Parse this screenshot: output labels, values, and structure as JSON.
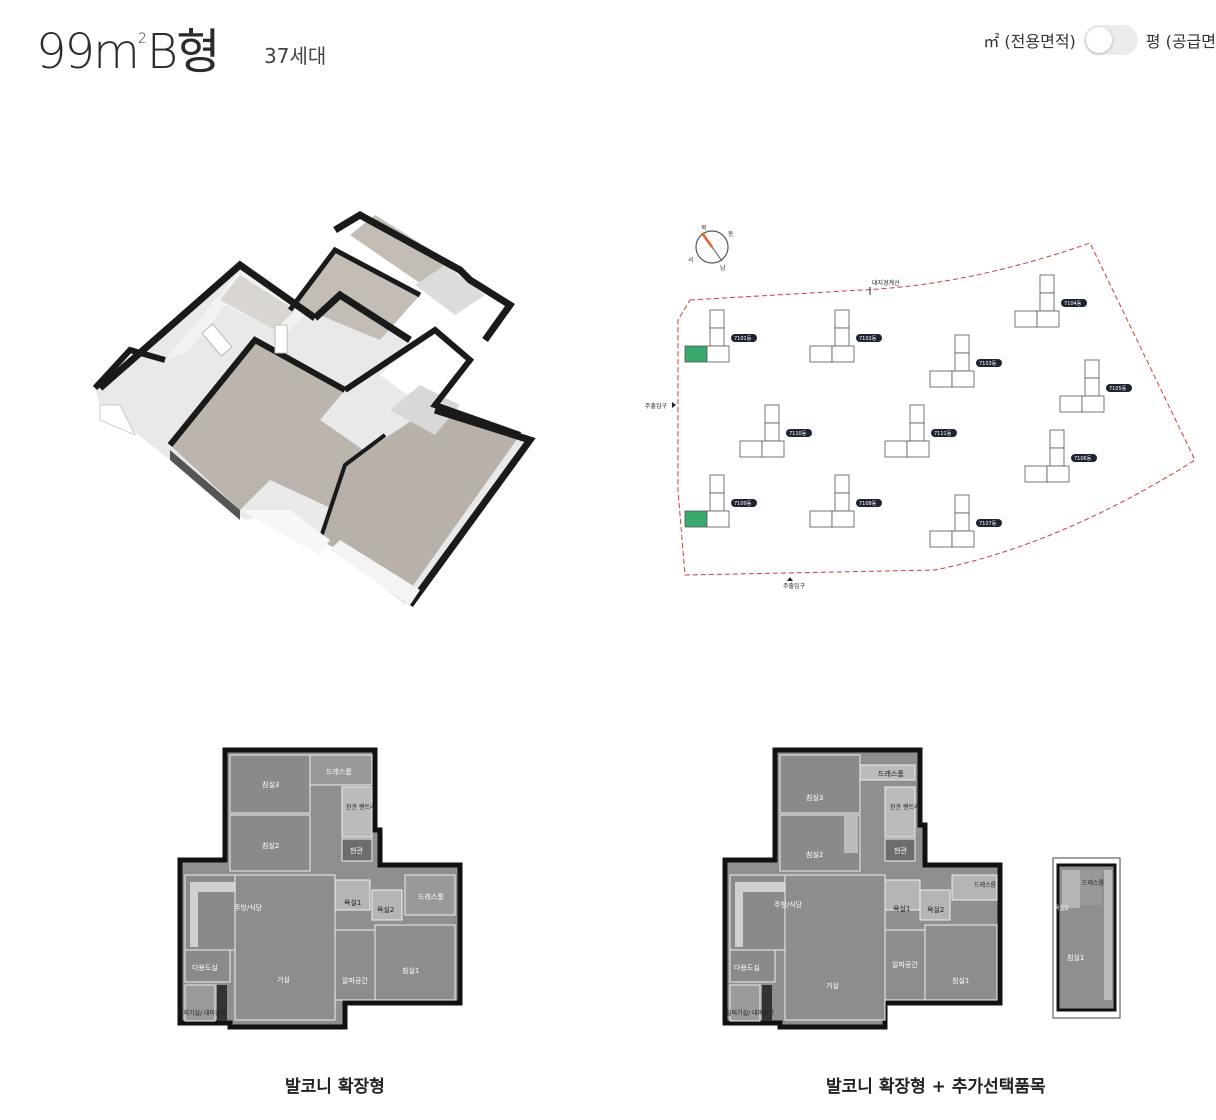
{
  "header": {
    "unit_type": "99m",
    "unit_sup": "2",
    "unit_suffix": "B형",
    "households": "37세대",
    "toggle": {
      "left_label": "㎡ (전용면적)",
      "right_label": "평 (공급면"
    }
  },
  "site_plan": {
    "compass": {
      "north": "북",
      "east": "동",
      "west": "서",
      "south": "남"
    },
    "labels": {
      "road": "대지경계선",
      "entrance_west": "주출입구",
      "entrance_south": "주출입구"
    },
    "buildings": [
      "7101동",
      "7102동",
      "7103동",
      "7104동",
      "7105동",
      "7106동",
      "7107동",
      "7108동",
      "7109동",
      "7110동",
      "7111동"
    ],
    "highlight_color": "#3aa76d"
  },
  "plan_left": {
    "rooms": {
      "bedroom3": "침실3",
      "dressroom_top": "드레스룸",
      "pantry": "현관 팬트리",
      "bedroom2": "침실2",
      "entrance": "현관",
      "kitchen": "주방/식당",
      "bath1": "욕실1",
      "bath2": "욕실2",
      "dressroom": "드레스룸",
      "utility": "다용도실",
      "living": "거실",
      "alpha": "알파공간",
      "bedroom1": "침실1",
      "outdoor": "실외기실/ 대피공간"
    }
  },
  "plan_right": {
    "rooms": {
      "bedroom3": "침실3",
      "dressroom_top": "드레스룸",
      "pantry": "현관 팬트리",
      "bedroom2": "침실2",
      "entrance": "현관",
      "kitchen": "주방/식당",
      "bath1": "욕실1",
      "bath2": "욕실2",
      "dressroom": "드레스룸",
      "utility": "다용도실",
      "living": "거실",
      "alpha": "알파공간",
      "bedroom1": "침실1",
      "outdoor": "실외기실/ 대피공간",
      "extra_bath": "욕실2",
      "extra_dress": "드레스룸",
      "extra_bed": "침실1"
    }
  },
  "captions": {
    "left": "발코니 확장형",
    "right": "발코니 확장형 + 추가선택품목"
  }
}
